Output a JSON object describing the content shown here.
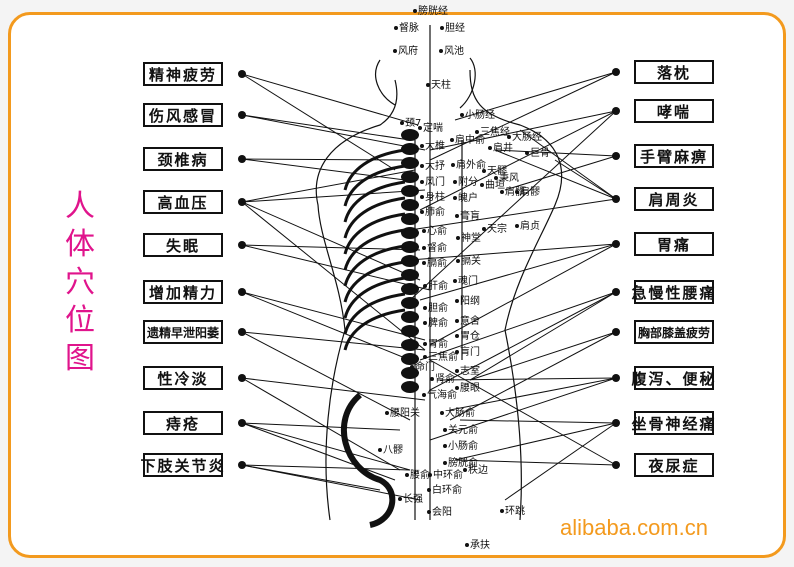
{
  "title": [
    "人",
    "体",
    "穴",
    "位",
    "图"
  ],
  "left_labels": [
    "精神疲劳",
    "伤风感冒",
    "颈椎病",
    "高血压",
    "失眠",
    "增加精力",
    "遗精早泄阳萎",
    "性冷淡",
    "痔疮",
    "下肢关节炎"
  ],
  "right_labels": [
    "落枕",
    "哮喘",
    "手臂麻痹",
    "肩周炎",
    "胃痛",
    "急慢性腰痛",
    "胸部膝盖疲劳",
    "腹泻、便秘",
    "坐骨神经痛",
    "夜尿症"
  ],
  "points": [
    "膀胱经",
    "督脉",
    "胆经",
    "风府",
    "风池",
    "天柱",
    "小肠经",
    "颈7",
    "定喘",
    "三焦经",
    "大肠经",
    "肩中俞",
    "大椎",
    "肩井",
    "巨骨",
    "大抒",
    "肩外俞",
    "天髎",
    "秉风",
    "肩髃",
    "风门",
    "附分",
    "曲垣",
    "身柱",
    "魄户",
    "肩髎",
    "肺俞",
    "膏肓",
    "天宗",
    "肩贞",
    "心俞",
    "神堂",
    "督俞",
    "膈俞",
    "膈关",
    "魂门",
    "肝俞",
    "阳纲",
    "胆俞",
    "意舍",
    "脾俞",
    "胃仓",
    "胃俞",
    "肓门",
    "三焦俞",
    "命门",
    "志室",
    "肾俞",
    "腰眼",
    "气海俞",
    "腰阳关",
    "大肠俞",
    "关元俞",
    "小肠俞",
    "八髎",
    "膀胱俞",
    "秩边",
    "腰俞",
    "中环俞",
    "白环俞",
    "长强",
    "环跳",
    "会阳",
    "承扶"
  ],
  "watermark": "alibaba.com.cn",
  "colors": {
    "border": "#f39a1e",
    "title": "#e0148c"
  }
}
